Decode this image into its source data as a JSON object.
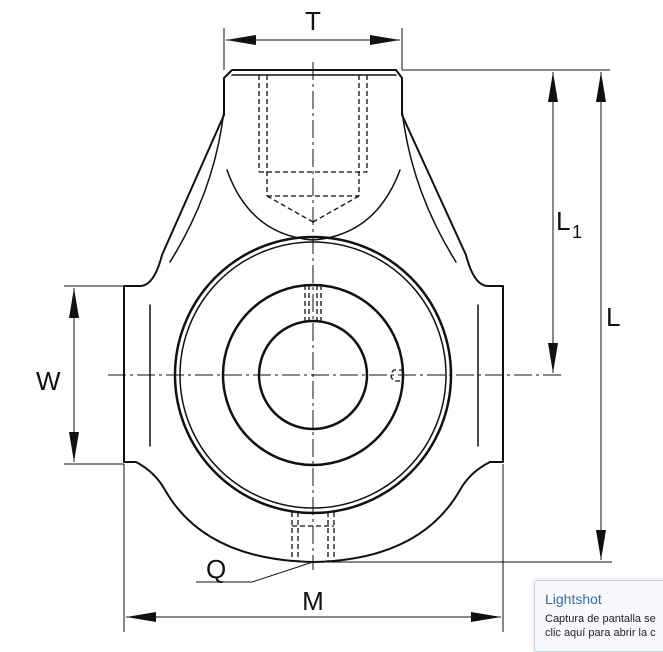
{
  "labels": {
    "T": "T",
    "L1_main": "L",
    "L1_sub": "1",
    "L": "L",
    "W": "W",
    "Q": "Q",
    "M": "M"
  },
  "popup": {
    "title": "Lightshot",
    "line1": "Captura de pantalla se",
    "line2": "clic aquí para abrir la c"
  },
  "colors": {
    "ink": "#111111",
    "background": "#ffffff",
    "popup_title": "#3a6ea5"
  }
}
